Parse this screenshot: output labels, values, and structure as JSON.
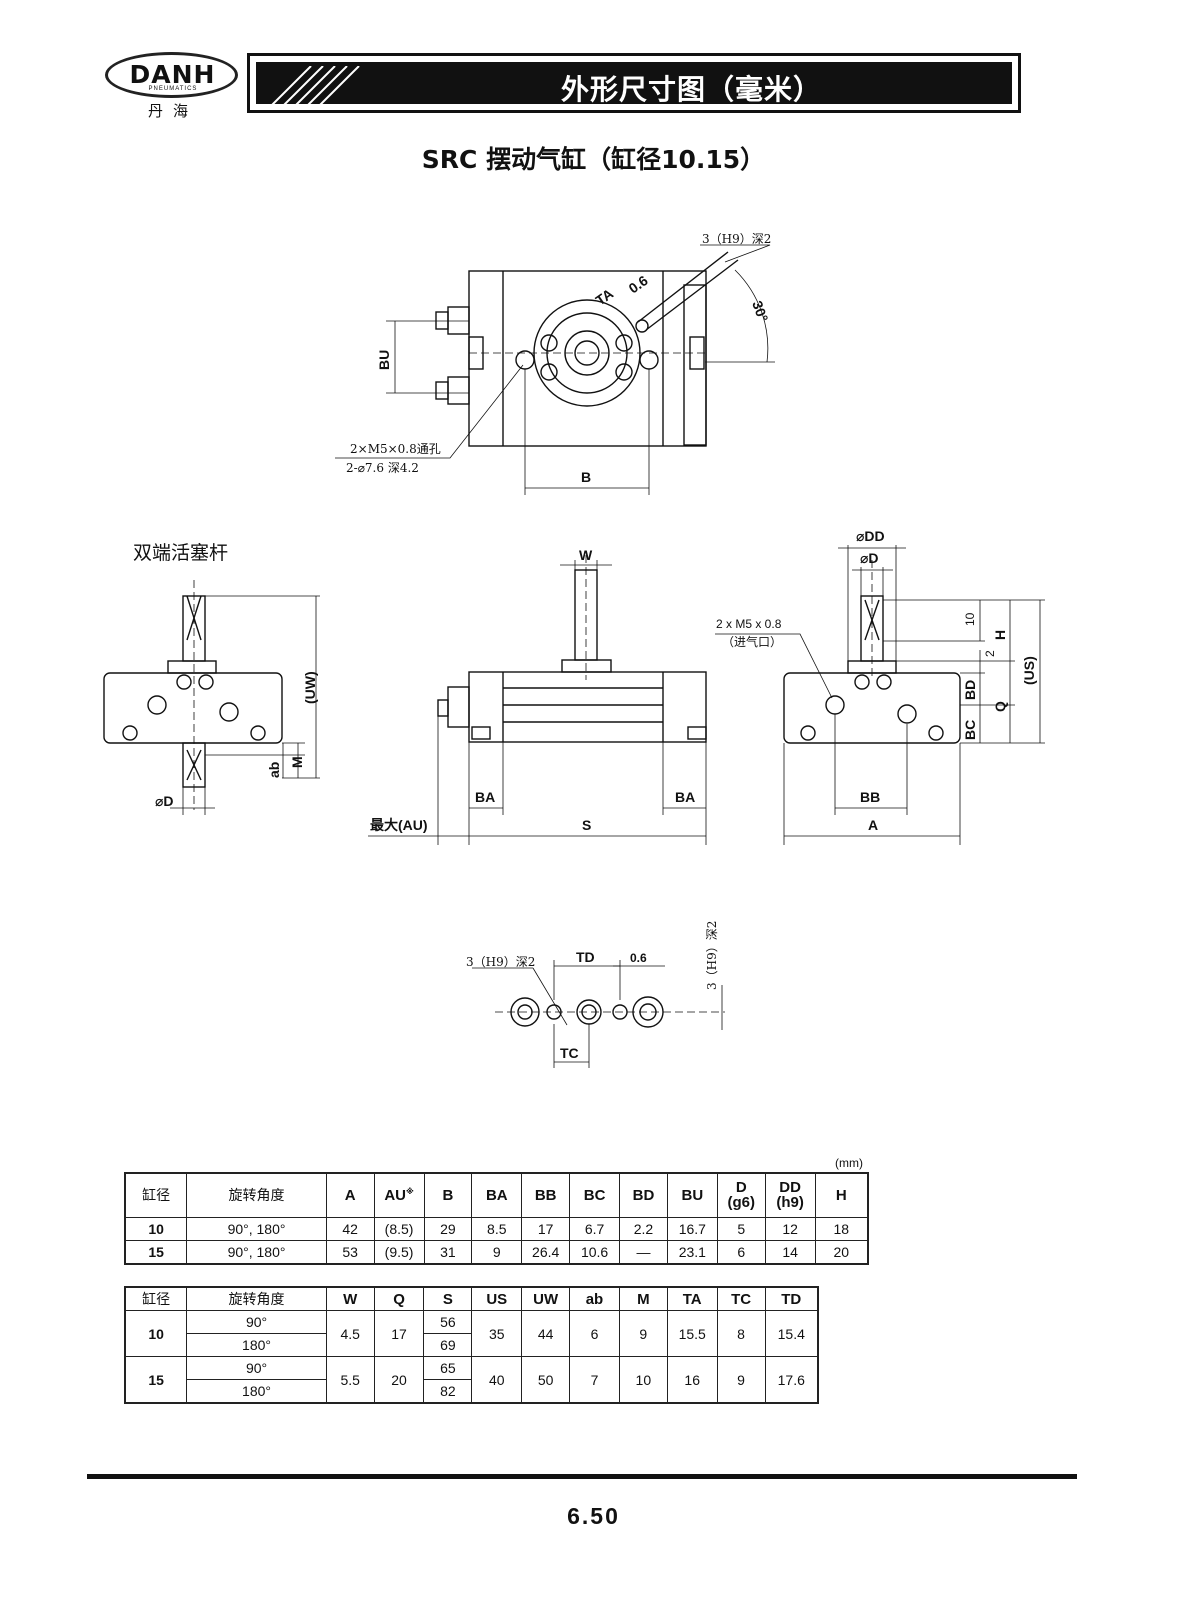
{
  "header": {
    "logo_text": "DANH",
    "logo_subtext": "PNEUMATICS",
    "logo_cn": "丹海",
    "title": "外形尺寸图（毫米）"
  },
  "page_heading": "SRC 摆动气缸（缸径10.15）",
  "section_label": "双端活塞杆",
  "drawing_labels": {
    "top_view": {
      "h9_note": "3（H9）深2",
      "ta": "TA",
      "ta_offset": "0.6",
      "angle": "30°",
      "bu": "BU",
      "hole_note_1": "2×M5×0.8通孔",
      "hole_note_2": "2-⌀7.6 深4.2",
      "b": "B"
    },
    "left_view": {
      "uw": "(UW)",
      "ab": "ab",
      "m": "M",
      "d": "⌀D"
    },
    "front_view": {
      "w": "W",
      "ba_left": "BA",
      "ba_right": "BA",
      "au": "最大(AU)",
      "s": "S"
    },
    "right_view": {
      "dd": "⌀DD",
      "d": "⌀D",
      "port_note_1": "2 x M5 x 0.8",
      "port_note_2": "（进气口）",
      "ten": "10",
      "h": "H",
      "two": "2",
      "us": "(US)",
      "bd": "BD",
      "q": "Q",
      "bc": "BC",
      "bb": "BB",
      "a": "A"
    },
    "key_view": {
      "h9_left": "3（H9）深2",
      "td": "TD",
      "offset": "0.6",
      "h9_right": "3（H9）深2",
      "tc": "TC"
    }
  },
  "table1": {
    "unit": "(mm)",
    "headers": [
      "缸径",
      "旋转角度",
      "A",
      "AU",
      "B",
      "BA",
      "BB",
      "BC",
      "BD",
      "BU",
      "D",
      "DD",
      "H"
    ],
    "au_mark": "※",
    "d_sub": "(g6)",
    "dd_sub": "(h9)",
    "rows": [
      [
        "10",
        "90°, 180°",
        "42",
        "(8.5)",
        "29",
        "8.5",
        "17",
        "6.7",
        "2.2",
        "16.7",
        "5",
        "12",
        "18"
      ],
      [
        "15",
        "90°, 180°",
        "53",
        "(9.5)",
        "31",
        "9",
        "26.4",
        "10.6",
        "—",
        "23.1",
        "6",
        "14",
        "20"
      ]
    ]
  },
  "table2": {
    "headers": [
      "缸径",
      "旋转角度",
      "W",
      "Q",
      "S",
      "US",
      "UW",
      "ab",
      "M",
      "TA",
      "TC",
      "TD"
    ],
    "groups": [
      {
        "bore": "10",
        "angles": [
          "90°",
          "180°"
        ],
        "s": [
          "56",
          "69"
        ],
        "w": "4.5",
        "q": "17",
        "us": "35",
        "uw": "44",
        "ab": "6",
        "m": "9",
        "ta": "15.5",
        "tc": "8",
        "td": "15.4"
      },
      {
        "bore": "15",
        "angles": [
          "90°",
          "180°"
        ],
        "s": [
          "65",
          "82"
        ],
        "w": "5.5",
        "q": "20",
        "us": "40",
        "uw": "50",
        "ab": "7",
        "m": "10",
        "ta": "16",
        "tc": "9",
        "td": "17.6"
      }
    ]
  },
  "footer": {
    "page_number": "6.50"
  }
}
